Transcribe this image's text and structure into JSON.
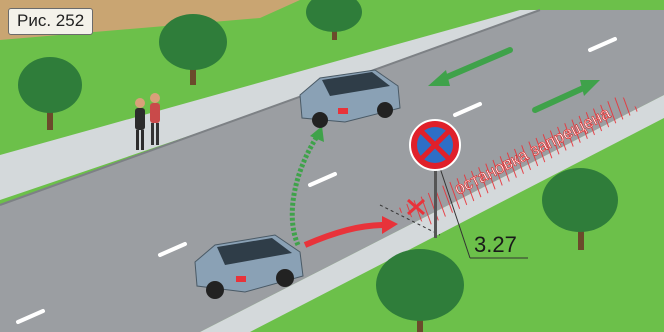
{
  "figure_label": "Рис. 252",
  "zone_text": "остановка запрещена",
  "sign_code": "3.27",
  "colors": {
    "grass": "#6cc04a",
    "road": "#9b9ea2",
    "sidewalk": "#d4d9db",
    "sign_red": "#e0202a",
    "sign_blue": "#2d6fc6",
    "arrow_green": "#3fa24a",
    "arrow_red": "#e8333a",
    "car": "#8aa1b5"
  },
  "icons": [
    "no-stopping-sign-icon",
    "car-icon",
    "tree-icon",
    "pedestrian-icon",
    "arrow-icon"
  ]
}
